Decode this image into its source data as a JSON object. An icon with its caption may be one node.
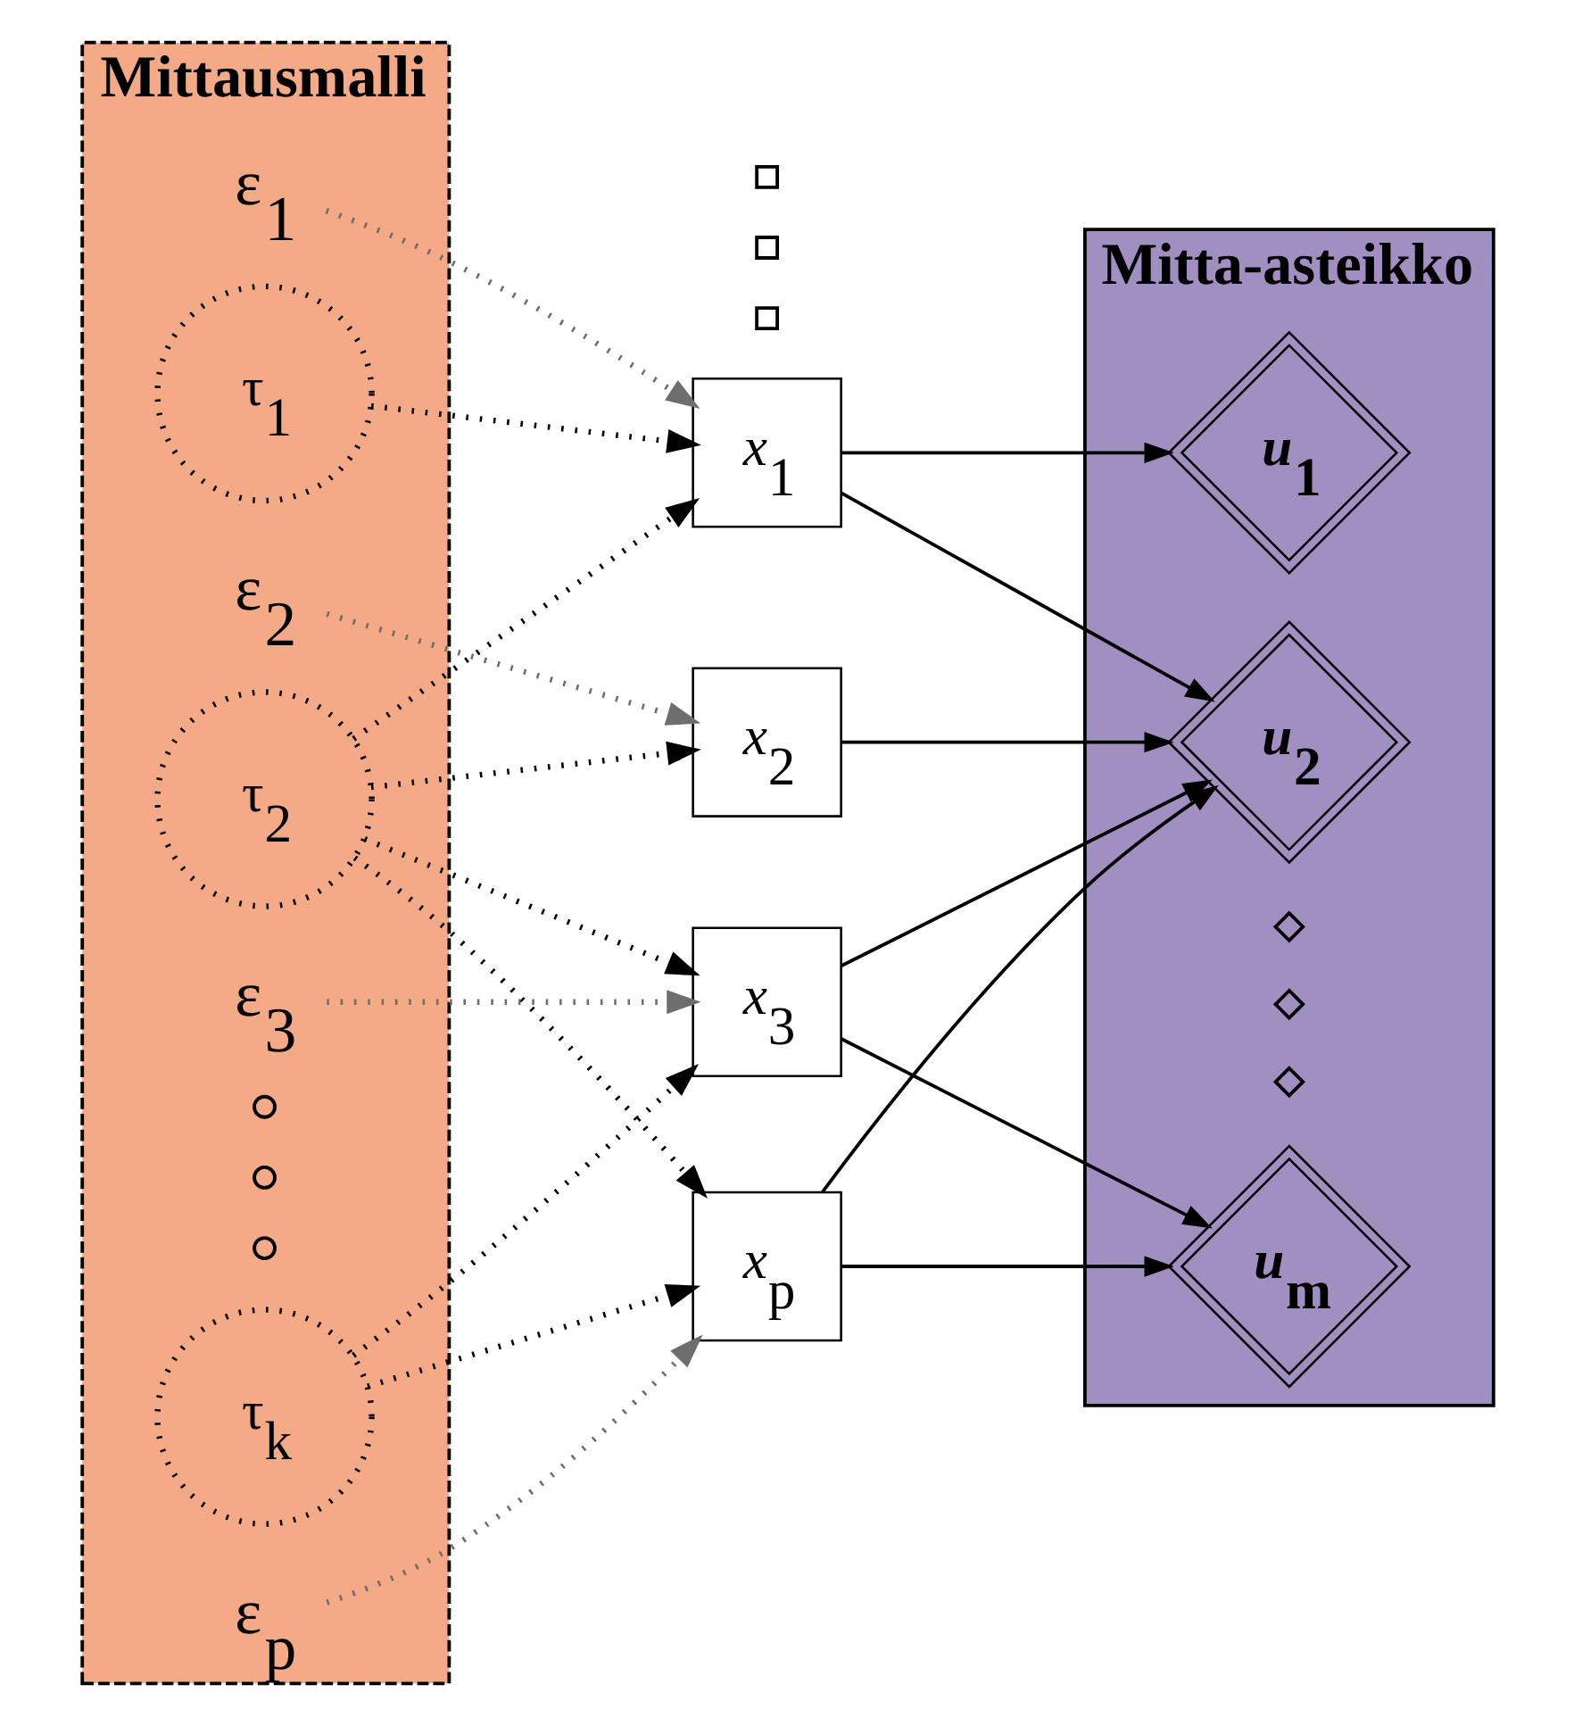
{
  "diagram": {
    "nodes": [
      {
        "text": [
          "Mitta-asteikko"
        ]
      },
      {
        "text": [
          "Mittausmalli"
        ]
      },
      {
        "text": [
          "ε$_{1}$"
        ],
        "in": 1
      },
      {
        "text": [
          "*x*$_{1}$"
        ]
      },
      {
        "text": [
          "τ$_{1}$"
        ],
        "in": 1
      },
      {
        "text": [
          "*u*$_{1}$"
        ],
        "in": 0
      },
      {
        "text": [
          "ε$_{2}$"
        ],
        "in": 1
      },
      {
        "text": [
          "*x*$_{2}$"
        ]
      },
      {
        "text": [
          "τ$_{2}$"
        ],
        "in": 1
      },
      {
        "text": [
          "*u*$_{2}$"
        ],
        "in": 0
      },
      {
        "text": [
          "ε$_{3}$"
        ],
        "in": 1
      },
      {
        "text": [
          "*x*$_{3}$"
        ]
      },
      {
        "text": [],
        "shape": "circle",
        "in": 1
      },
      {
        "text": [],
        "shape": "diamond",
        "in": 0
      },
      {
        "text": [],
        "shape": "circle",
        "in": 1
      },
      {
        "text": [],
        "shape": "diamond",
        "in": 0
      },
      {
        "text": [],
        "shape": "circle",
        "in": 1
      },
      {
        "text": [],
        "shape": "box"
      },
      {
        "text": [],
        "shape": "diamond",
        "in": 0
      },
      {
        "text": [],
        "shape": "box"
      },
      {
        "text": [],
        "shape": "box"
      },
      {
        "text": [
          "τ$_{k}$"
        ],
        "in": 1
      },
      {
        "text": [
          "*u*$_{m}$"
        ],
        "in": 0
      },
      {
        "text": [
          "ε$_{p}$"
        ],
        "in": 1
      },
      {
        "text": [
          "*x*$_{p}$"
        ]
      }
    ],
    "edges": [
      {
        "from": 2,
        "to": 3,
        "arrow": "to",
        "style": "dashed",
        "color": "#6e6e6e"
      },
      {
        "from": 4,
        "to": 3,
        "arrow": "to",
        "style": "dashed"
      },
      {
        "from": 8,
        "to": 3,
        "arrow": "to",
        "style": "dashed"
      },
      {
        "from": 3,
        "to": 5,
        "arrow": "to"
      },
      {
        "from": 3,
        "to": 9,
        "arrow": "to"
      },
      {
        "from": 6,
        "to": 7,
        "arrow": "to",
        "style": "dashed",
        "color": "#6e6e6e"
      },
      {
        "from": 8,
        "to": 7,
        "arrow": "to",
        "style": "dashed"
      },
      {
        "from": 7,
        "to": 9,
        "arrow": "to"
      },
      {
        "from": 10,
        "to": 11,
        "arrow": "to",
        "style": "dashed",
        "color": "#6e6e6e"
      },
      {
        "from": 8,
        "to": 11,
        "arrow": "to",
        "style": "dashed"
      },
      {
        "from": 21,
        "to": 11,
        "arrow": "to",
        "style": "dashed"
      },
      {
        "from": 11,
        "to": 9,
        "arrow": "to"
      },
      {
        "from": 11,
        "to": 22,
        "arrow": "to"
      },
      {
        "from": 23,
        "to": 24,
        "arrow": "to",
        "style": "dashed",
        "color": "#6e6e6e"
      },
      {
        "from": 8,
        "to": 24,
        "arrow": "to",
        "style": "dashed"
      },
      {
        "from": 21,
        "to": 24,
        "arrow": "to",
        "style": "dashed"
      },
      {
        "from": 24,
        "to": 9,
        "arrow": "to"
      },
      {
        "from": 24,
        "to": 22,
        "arrow": "to"
      }
    ]
  }
}
